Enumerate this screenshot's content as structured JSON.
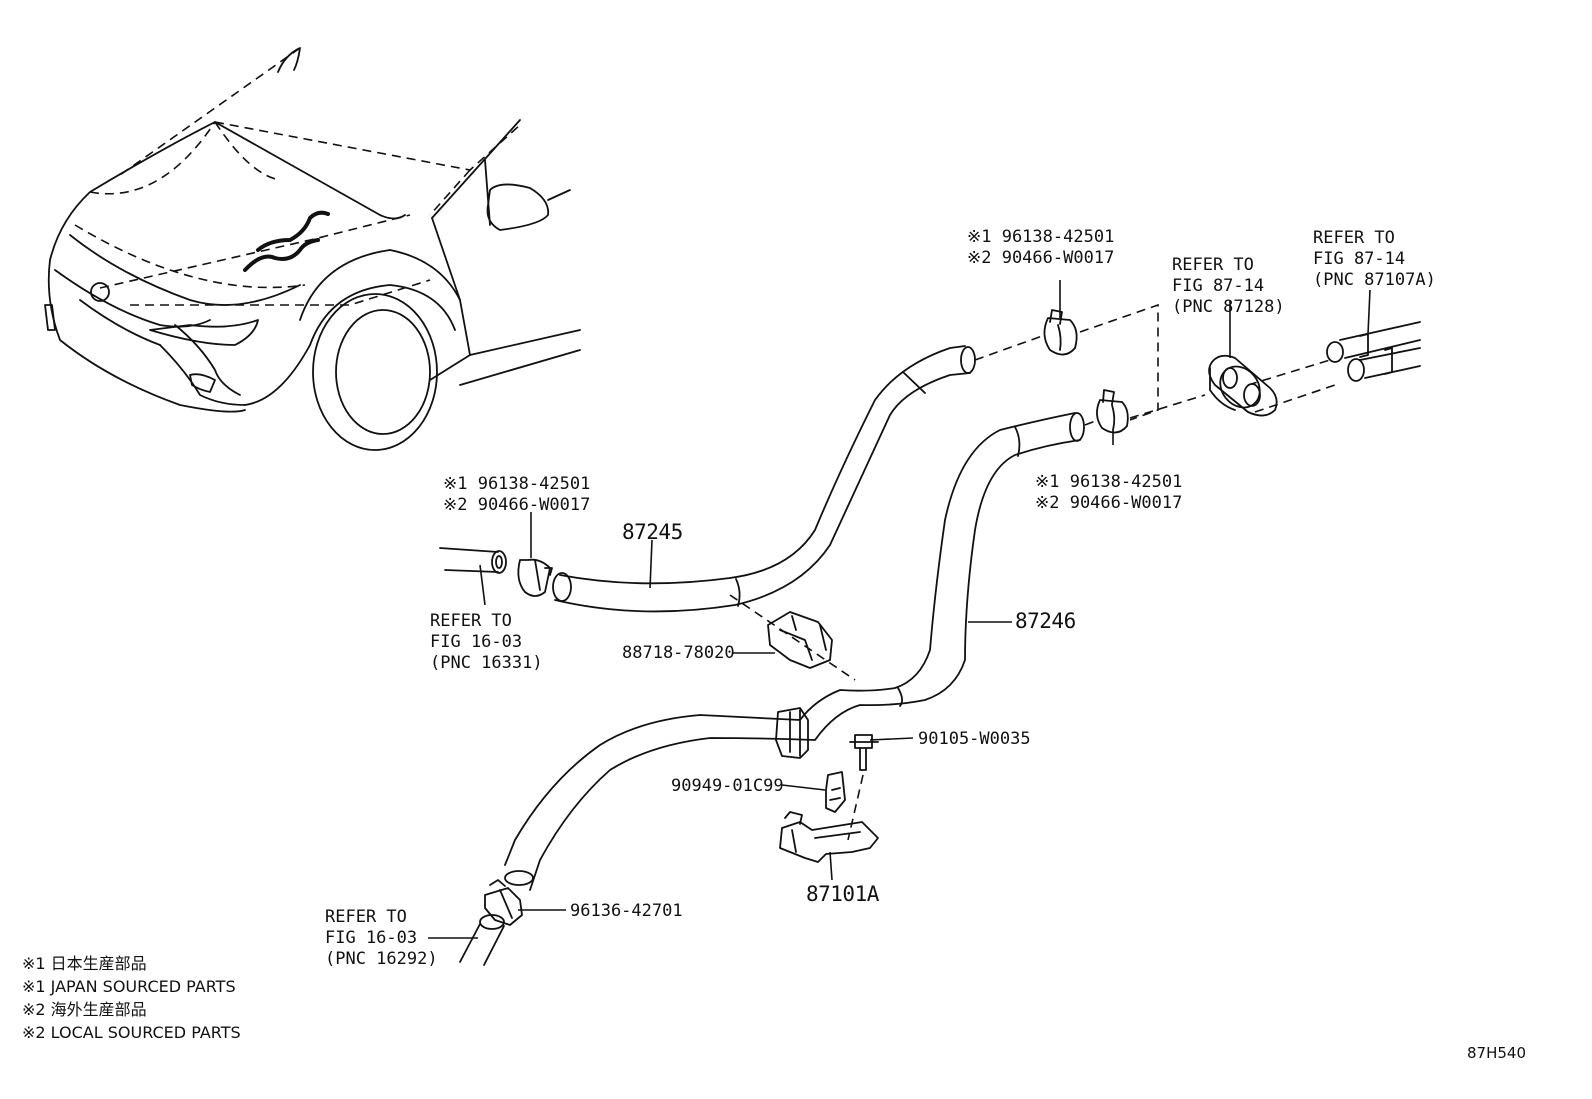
{
  "figure_id": "87H540",
  "notes": [
    "※1 日本生産部品",
    "※1 JAPAN SOURCED PARTS",
    "※2 海外生産部品",
    "※2 LOCAL SOURCED PARTS"
  ],
  "parts": {
    "hose_upper": "87245",
    "hose_lower": "87246",
    "clamp_block": "88718-78020",
    "bolt": "90105-W0035",
    "clip": "90949-01C99",
    "bracket": "87101A",
    "hose_clip": "96136-42701"
  },
  "clamp_callouts": {
    "top": {
      "line1": "※1 96138-42501",
      "line2": "※2 90466-W0017"
    },
    "right": {
      "line1": "※1 96138-42501",
      "line2": "※2 90466-W0017"
    },
    "left": {
      "line1": "※1 96138-42501",
      "line2": "※2 90466-W0017"
    }
  },
  "references": {
    "grommet": {
      "line1": "REFER TO",
      "line2": "FIG 87-14",
      "line3": "(PNC 87128)"
    },
    "heater_pipes": {
      "line1": "REFER TO",
      "line2": "FIG 87-14",
      "line3": "(PNC 87107A)"
    },
    "engine_outlet": {
      "line1": "REFER TO",
      "line2": "FIG 16-03",
      "line3": "(PNC 16331)"
    },
    "engine_inlet": {
      "line1": "REFER TO",
      "line2": "FIG 16-03",
      "line3": "(PNC 16292)"
    }
  }
}
